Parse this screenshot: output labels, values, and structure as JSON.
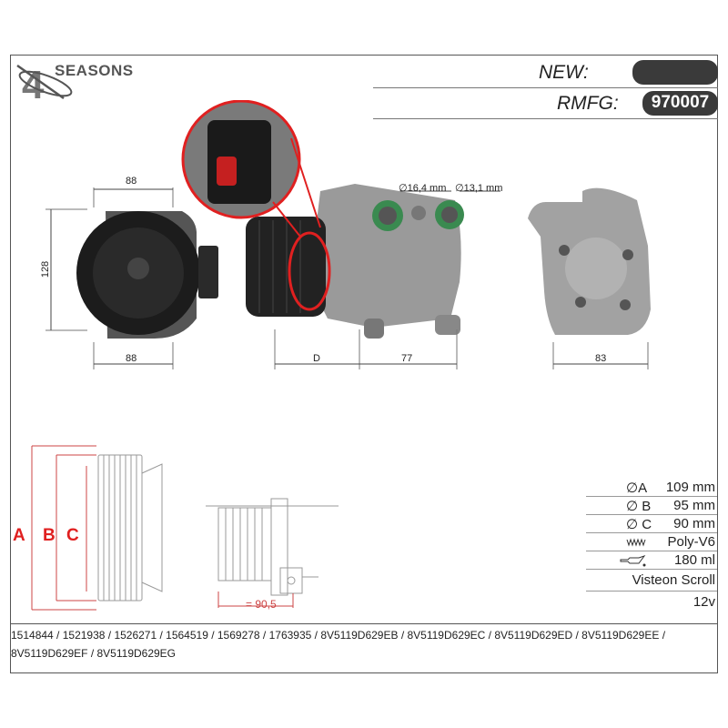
{
  "brand": {
    "prefix": "4",
    "name": "SEASONS"
  },
  "header": {
    "new_label": "NEW:",
    "new_value": "",
    "rmfg_label": "RMFG:",
    "rmfg_value": "970007"
  },
  "dimensions": {
    "front_width_top": "88",
    "front_height": "128",
    "front_width_bottom": "88",
    "side_d": "D",
    "side_length": "77",
    "rear_width": "83",
    "port_1": "∅16,4 mm",
    "port_2": "∅13,1 mm",
    "pulley_offset": "= 90,5"
  },
  "pulley_letters": [
    "A",
    "B",
    "C"
  ],
  "specs": [
    {
      "symbol": "∅A",
      "value": "109 mm"
    },
    {
      "symbol": "∅ B",
      "value": "95 mm"
    },
    {
      "symbol": "∅ C",
      "value": "90 mm"
    },
    {
      "icon": "poly-belt-icon",
      "value": "Poly-V6"
    },
    {
      "icon": "oil-can-icon",
      "value": "180 ml"
    },
    {
      "value": "Visteon Scroll"
    },
    {
      "value": "12v"
    }
  ],
  "part_numbers": [
    "1514844 / 1521938 / 1526271 / 1564519 / 1569278 / 1763935 / 8V5119D629EB / 8V5119D629EC / 8V5119D629ED / 8V5119D629EE /",
    "8V5119D629EF / 8V5119D629EG"
  ],
  "colors": {
    "accent_red": "#e02020",
    "pill": "#3a3a3a",
    "outline": "#555555"
  }
}
